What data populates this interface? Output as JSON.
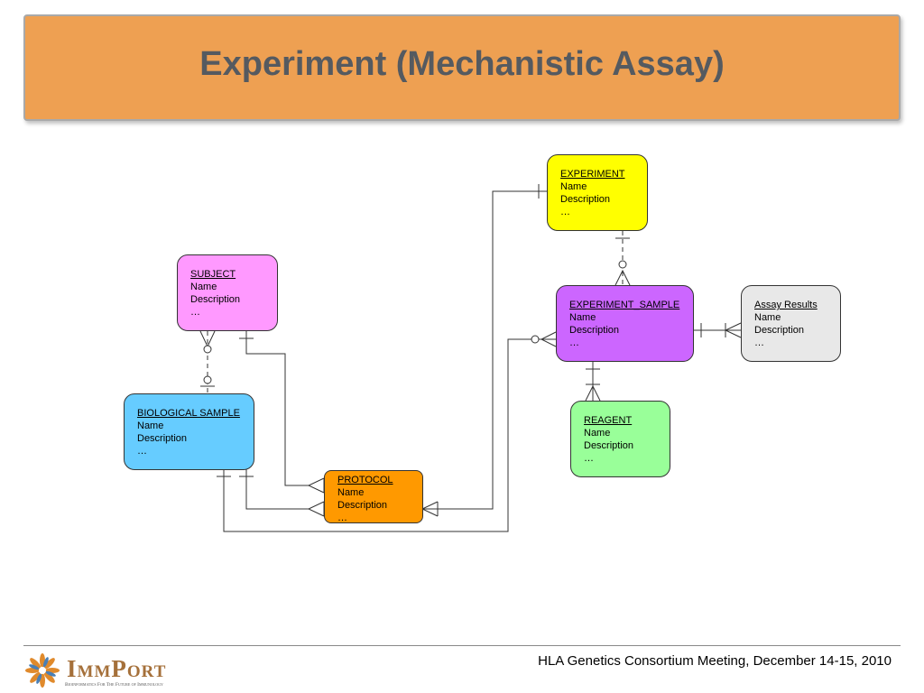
{
  "title": "Experiment (Mechanistic Assay)",
  "entities": {
    "experiment": {
      "name": "EXPERIMENT",
      "attrs": [
        "Name",
        "Description",
        "…"
      ],
      "color": "#ffff00"
    },
    "subject": {
      "name": "SUBJECT",
      "attrs": [
        "Name",
        "Description",
        "…"
      ],
      "color": "#ff99ff"
    },
    "experiment_sample": {
      "name": "EXPERIMENT_SAMPLE",
      "attrs": [
        "Name",
        "Description",
        "…"
      ],
      "color": "#cc66ff"
    },
    "assay_results": {
      "name": "Assay Results",
      "attrs": [
        "Name",
        "Description",
        "…"
      ],
      "color": "#e8e8e8"
    },
    "biological_sample": {
      "name": "BIOLOGICAL SAMPLE",
      "attrs": [
        "Name",
        "Description",
        "…"
      ],
      "color": "#66ccff"
    },
    "reagent": {
      "name": "REAGENT",
      "attrs": [
        "Name",
        "Description",
        "…"
      ],
      "color": "#99ff99"
    },
    "protocol": {
      "name": "PROTOCOL",
      "attrs": [
        "Name",
        "Description",
        "…"
      ],
      "color": "#ff9900"
    }
  },
  "footer": {
    "text": "HLA Genetics Consortium Meeting, December 14-15, 2010",
    "logo_word": "ImmPort",
    "logo_tagline": "Bioinformatics For The Future of Immunology"
  }
}
